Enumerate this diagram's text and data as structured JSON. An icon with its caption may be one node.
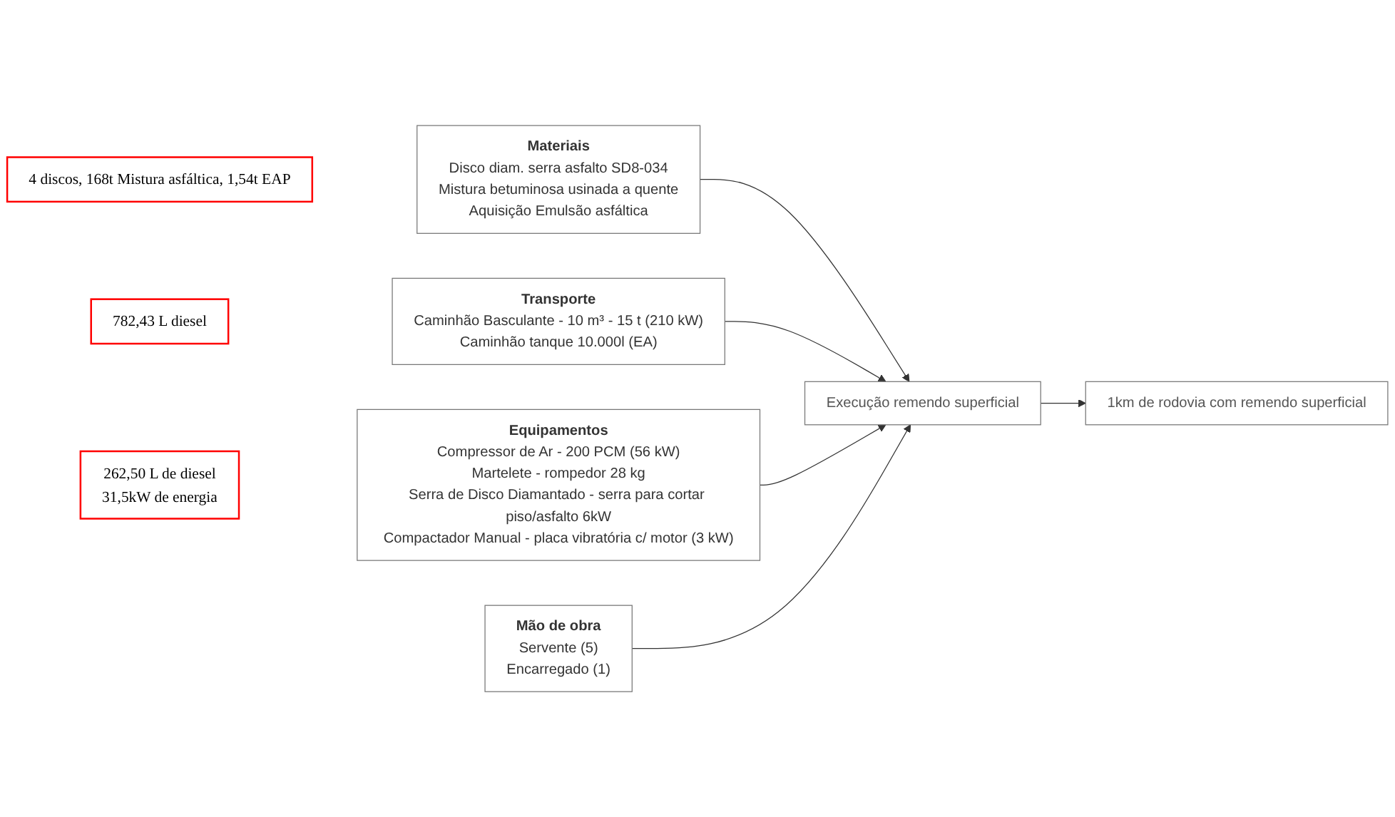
{
  "diagram": {
    "nodes": [
      {
        "text": [
          "4 discos, 168t Mistura asfáltica, 1,54t EAP"
        ]
      },
      {
        "text": [
          "Materiais",
          "Disco diam. serra asfalto SD8-034",
          "Mistura betuminosa usinada a quente",
          "Aquisição Emulsão asfáltica"
        ]
      },
      {
        "text": [
          "Transporte",
          "Caminhão Basculante - 10 m³ - 15 t (210 kW)",
          "Caminhão tanque 10.000l (EA)"
        ]
      },
      {
        "text": [
          "782,43 L diesel"
        ]
      },
      {
        "text": [
          "Equipamentos",
          "Compressor de Ar - 200 PCM (56 kW)",
          "Martelete - rompedor 28 kg",
          "Serra de Disco Diamantado - serra para cortar piso/asfalto 6kW",
          "Compactador Manual - placa vibratória c/ motor (3 kW)"
        ]
      },
      {
        "text": [
          "Execução remendo superficial"
        ]
      },
      {
        "text": [
          "1km de rodovia com remendo superficial"
        ]
      },
      {
        "text": [
          "262,50 L de diesel",
          "31,5kW de energia"
        ]
      },
      {
        "text": [
          "Mão de obra",
          "Servente (5)",
          "Encarregado (1)"
        ]
      }
    ],
    "edges": [
      {
        "from": 1,
        "to": 5,
        "arrow": "to"
      },
      {
        "from": 2,
        "to": 5,
        "arrow": "to"
      },
      {
        "from": 4,
        "to": 5,
        "arrow": "to"
      },
      {
        "from": 5,
        "to": 6,
        "arrow": "to"
      },
      {
        "from": 8,
        "to": 5,
        "arrow": "to"
      }
    ]
  }
}
